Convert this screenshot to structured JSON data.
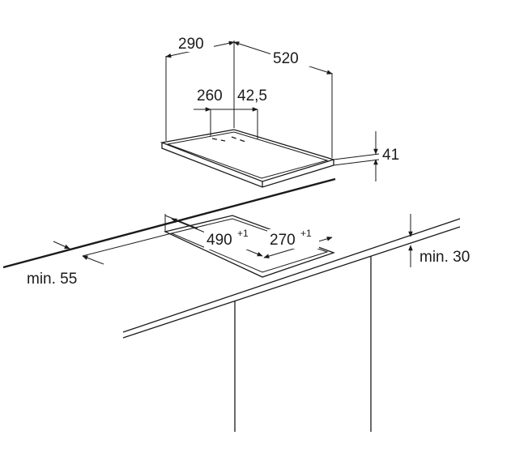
{
  "hob": {
    "width_dim": "290",
    "depth_dim": "520",
    "inner_left_dim": "260",
    "inner_right_dim": "42,5",
    "height_dim": "41"
  },
  "cutout": {
    "depth_dim": "490",
    "depth_tol": "+1",
    "width_dim": "270",
    "width_tol": "+1"
  },
  "clearances": {
    "front_label": "min. 55",
    "top_label": "min. 30"
  }
}
